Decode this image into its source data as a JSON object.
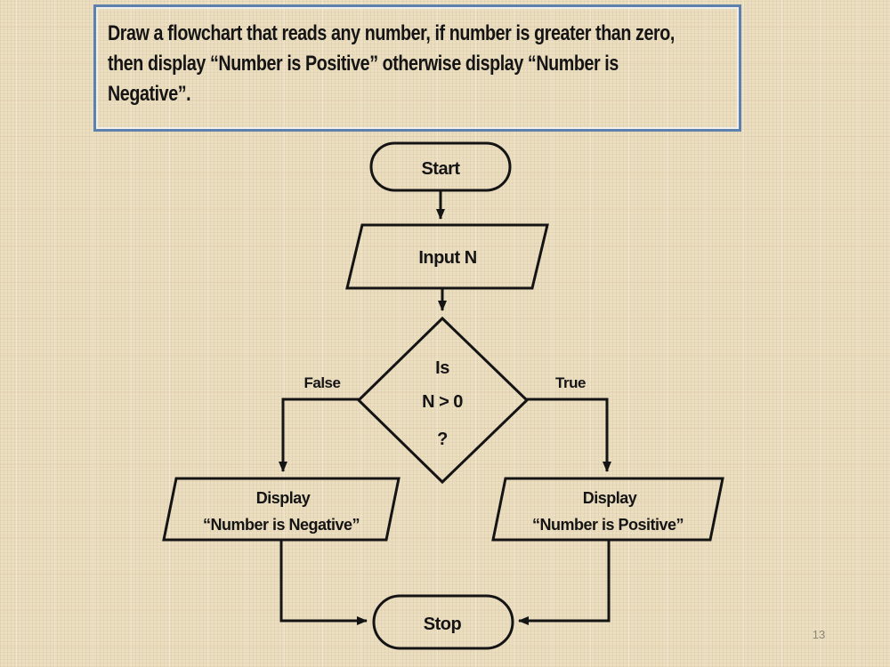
{
  "slide": {
    "page_number": "13"
  },
  "instruction_box": {
    "lines": [
      "Draw a flowchart that reads any number, if number is greater than zero,",
      "then display “Number is Positive” otherwise display “Number is",
      "Negative”."
    ]
  },
  "flowchart": {
    "start_label": "Start",
    "input_label": "Input N",
    "decision": {
      "line1": "Is",
      "line2": "N > 0",
      "line3": "?"
    },
    "false_label": "False",
    "true_label": "True",
    "display_negative": {
      "line1": "Display",
      "line2": "“Number is Negative”"
    },
    "display_positive": {
      "line1": "Display",
      "line2": "“Number is Positive”"
    },
    "stop_label": "Stop"
  },
  "colors": {
    "background": "#ecdec1",
    "box_border": "#5d80ac",
    "shape_stroke": "#141414",
    "text": "#141414",
    "page_number": "#8b8575"
  }
}
